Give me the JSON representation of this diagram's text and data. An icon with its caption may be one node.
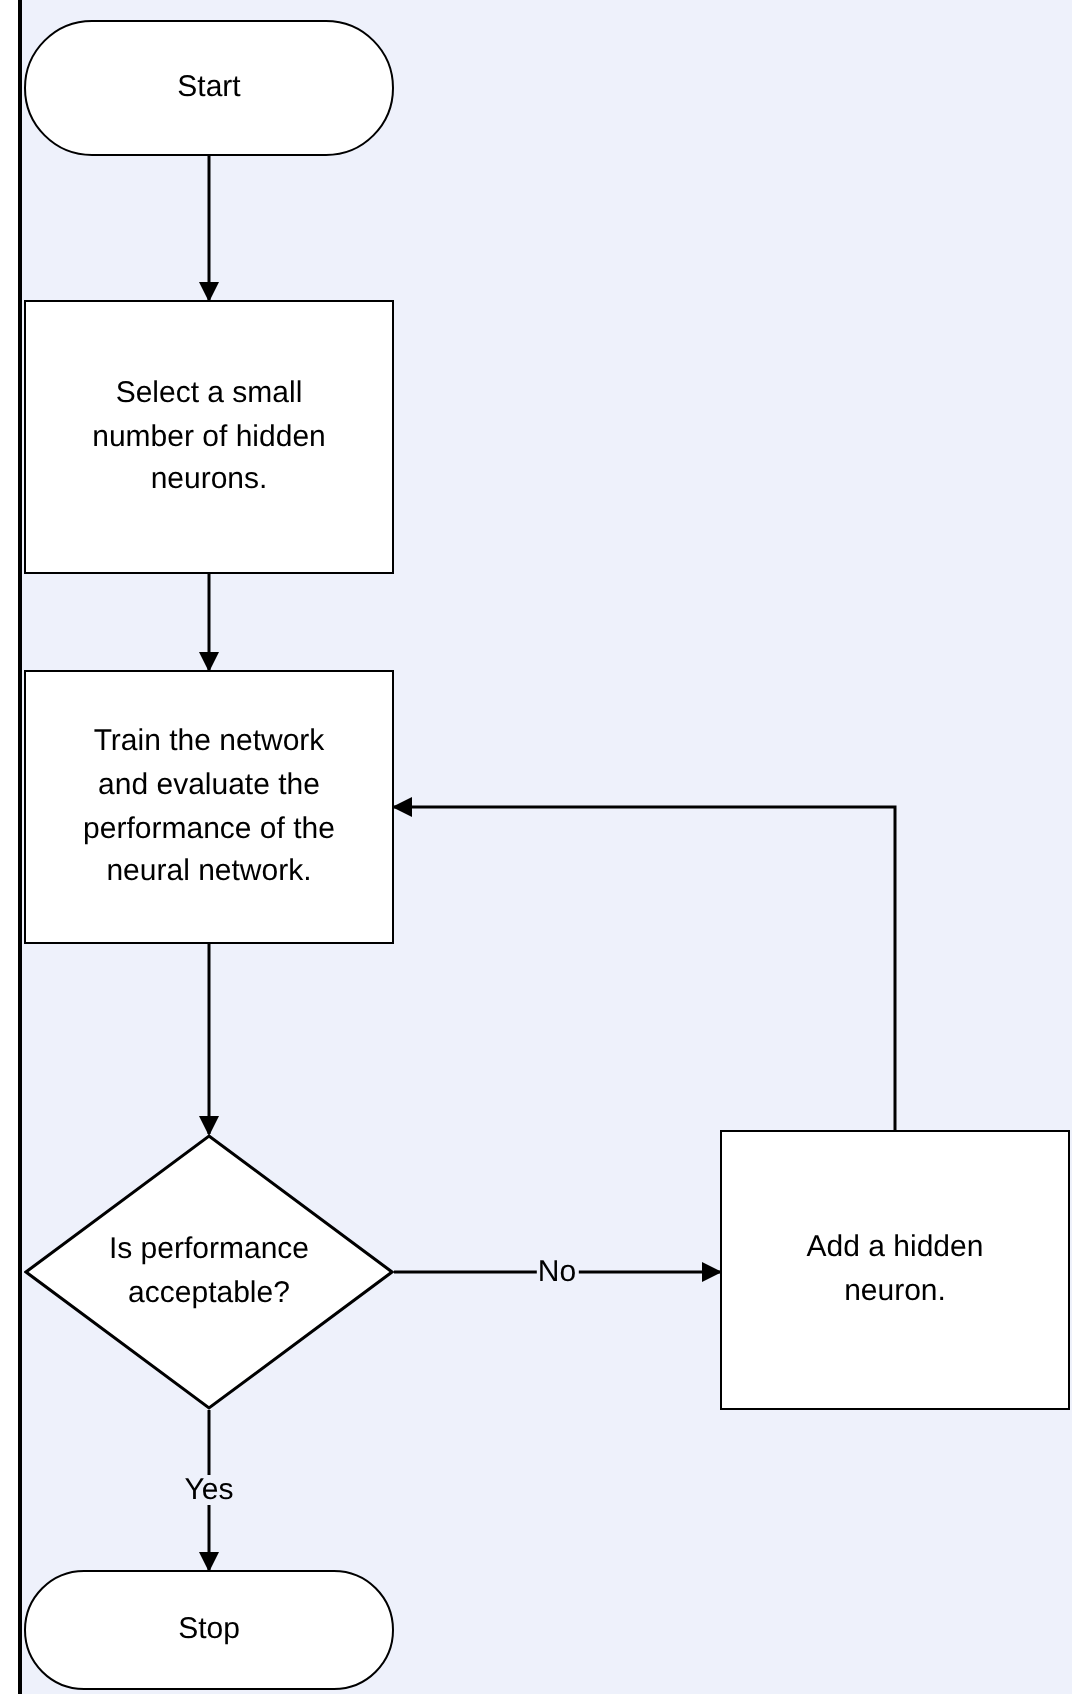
{
  "diagram": {
    "nodes": [
      {
        "text": [
          "Start"
        ]
      },
      {
        "text": [
          "Select a small number of hidden neurons."
        ]
      },
      {
        "text": [
          "Train the network and evaluate the performance of the neural network."
        ]
      },
      {
        "text": [
          "Is performance acceptable?"
        ]
      },
      {
        "text": [
          "Add a hidden neuron."
        ]
      },
      {
        "text": [
          "Stop"
        ]
      }
    ],
    "edges": [
      {
        "from": 0,
        "to": 1,
        "arrow": "to"
      },
      {
        "from": 1,
        "to": 2,
        "arrow": "to"
      },
      {
        "from": 2,
        "to": 3,
        "arrow": "to"
      },
      {
        "from": 3,
        "to": 4,
        "arrow": "to",
        "label": "No"
      },
      {
        "from": 4,
        "to": 2,
        "arrow": "to"
      },
      {
        "from": 3,
        "to": 5,
        "arrow": "to",
        "label": "Yes"
      }
    ]
  }
}
